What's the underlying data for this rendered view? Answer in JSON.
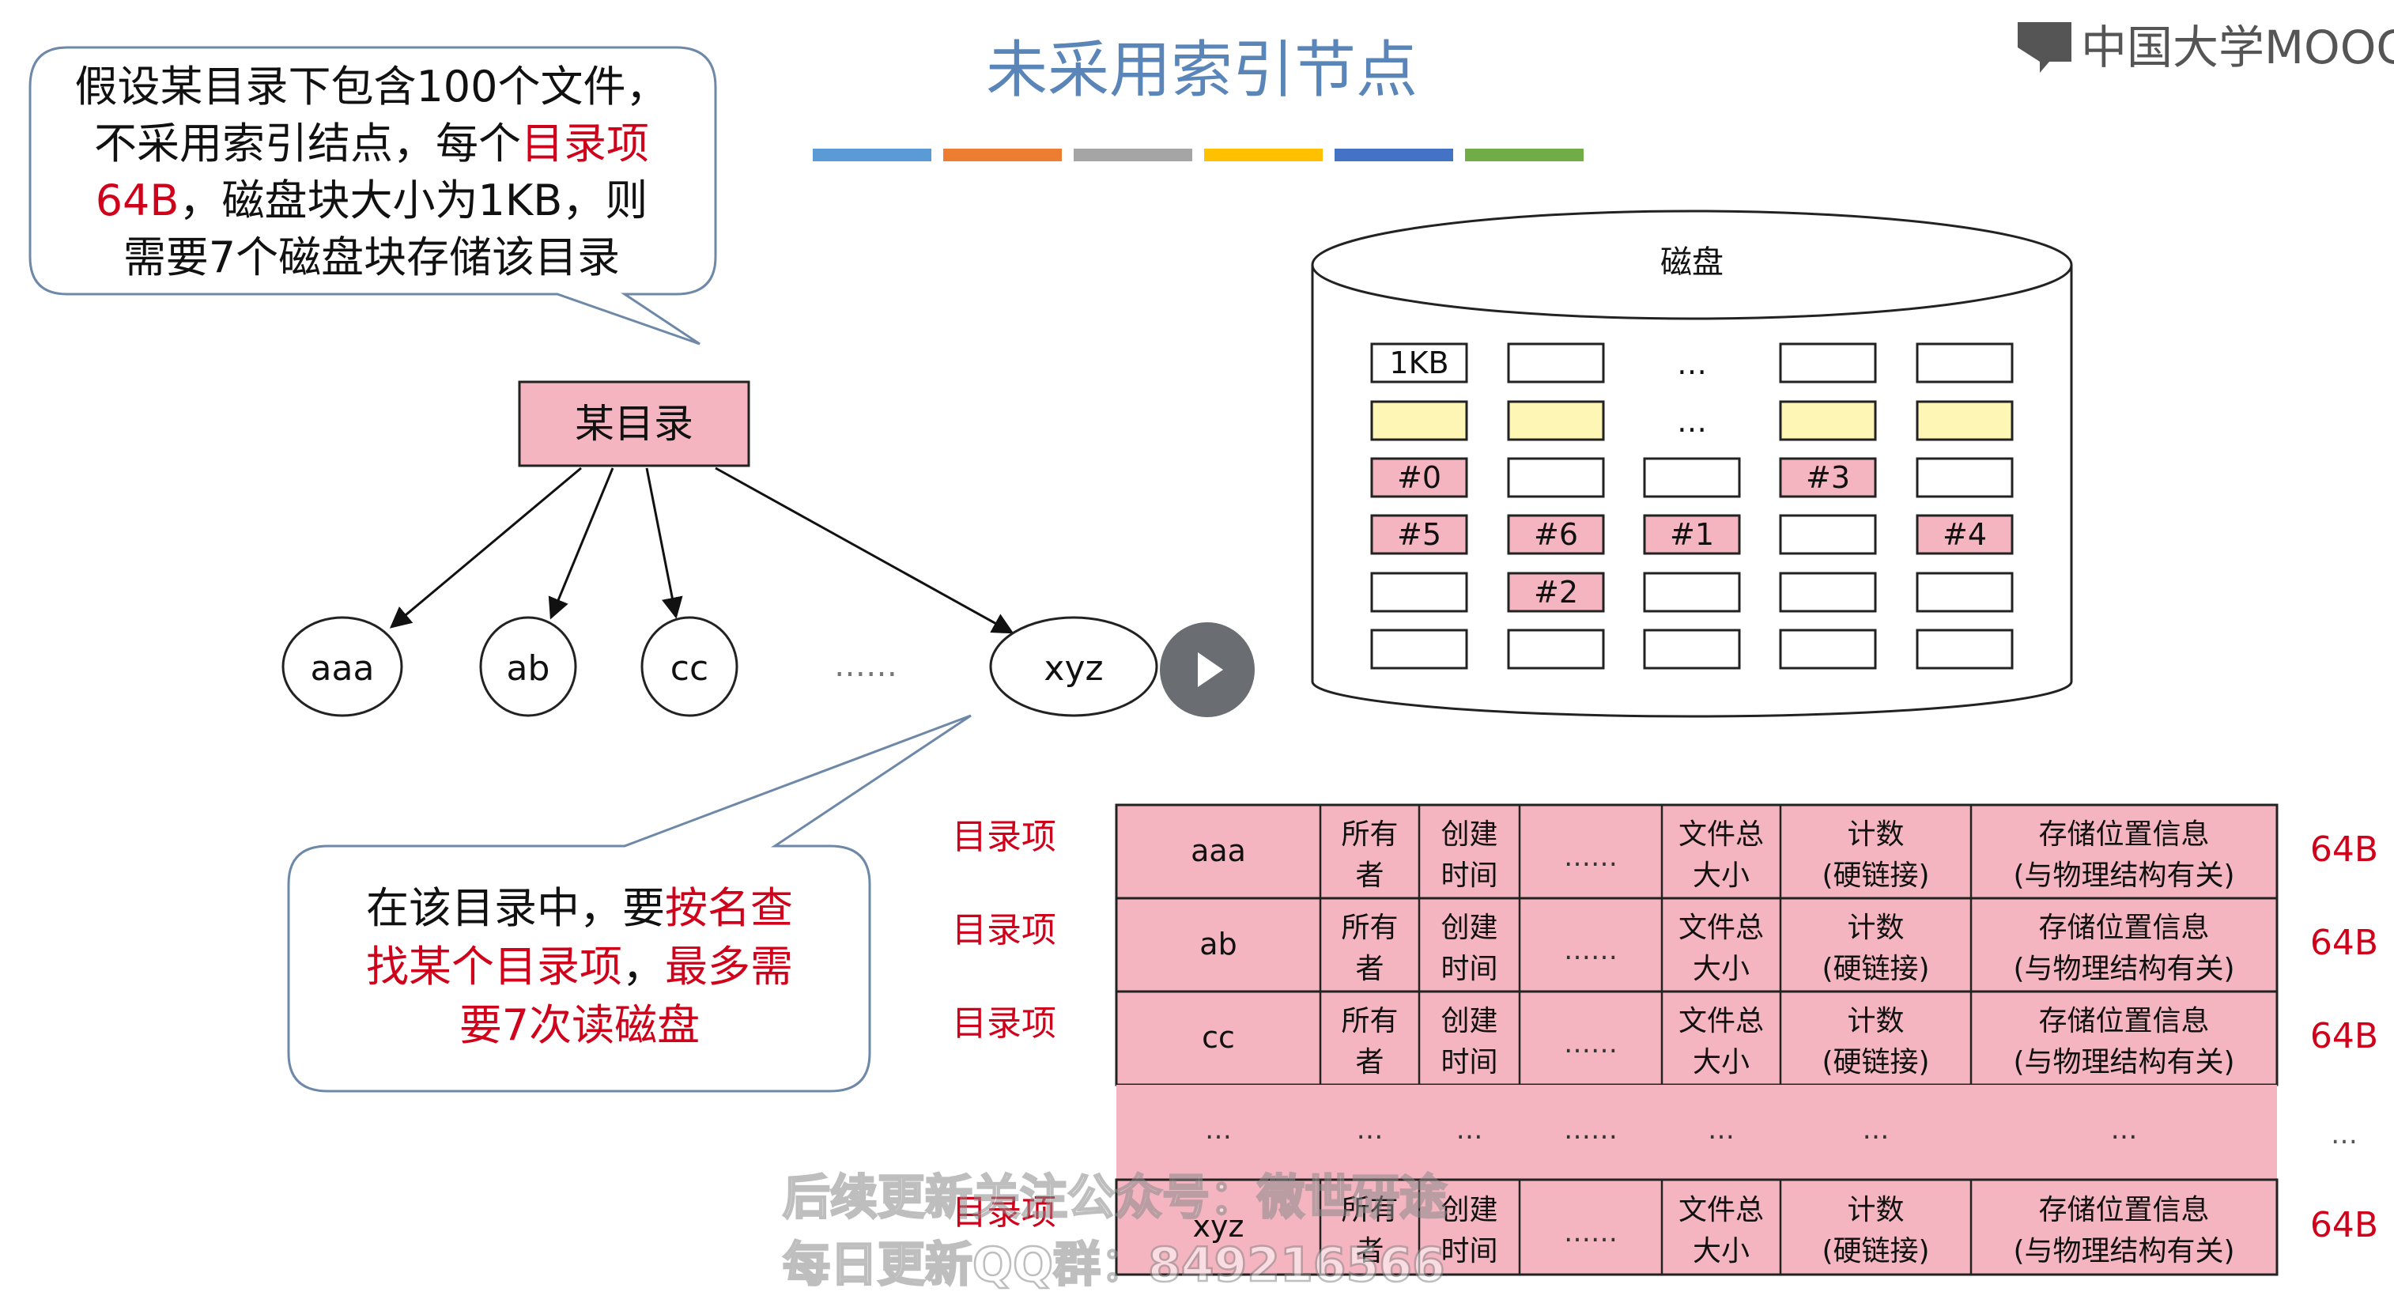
{
  "title": "未采用索引节点",
  "logo": {
    "text": "中国大学MOOC"
  },
  "bubble_top": {
    "lines": [
      [
        {
          "text": "假设某目录下包含100个文件，"
        }
      ],
      [
        {
          "text": "不采用索引结点，每个"
        },
        {
          "text": "目录项",
          "highlight": true
        }
      ],
      [
        {
          "text": "64B",
          "highlight": true
        },
        {
          "text": "，磁盘块大小为1KB，则"
        }
      ],
      [
        {
          "text": "需要7个磁盘块存储该目录"
        }
      ]
    ]
  },
  "tree": {
    "root": "某目录",
    "children": [
      "aaa",
      "ab",
      "cc",
      "xyz"
    ],
    "ellipsis": "……"
  },
  "bubble_bottom": {
    "lines": [
      [
        {
          "text": "在该目录中，要"
        },
        {
          "text": "按名查",
          "highlight": true
        }
      ],
      [
        {
          "text": "找某个目录项",
          "highlight": true
        },
        {
          "text": "，"
        },
        {
          "text": "最多需",
          "highlight": true
        }
      ],
      [
        {
          "text": "要7次读磁盘",
          "highlight": true
        }
      ]
    ]
  },
  "disk": {
    "label": "磁盘",
    "ellipsis": "…",
    "cells": [
      [
        {
          "text": "1KB"
        },
        {
          "text": ""
        },
        {
          "text": "…",
          "plain": true
        },
        {
          "text": ""
        },
        {
          "text": ""
        }
      ],
      [
        {
          "text": "",
          "fill": "yellow"
        },
        {
          "text": "",
          "fill": "yellow"
        },
        {
          "text": "…",
          "plain": true
        },
        {
          "text": "",
          "fill": "yellow"
        },
        {
          "text": "",
          "fill": "yellow"
        }
      ],
      [
        {
          "text": "#0",
          "fill": "pink"
        },
        {
          "text": ""
        },
        {
          "text": ""
        },
        {
          "text": "#3",
          "fill": "pink"
        },
        {
          "text": ""
        }
      ],
      [
        {
          "text": "#5",
          "fill": "pink"
        },
        {
          "text": "#6",
          "fill": "pink"
        },
        {
          "text": "#1",
          "fill": "pink"
        },
        {
          "text": ""
        },
        {
          "text": "#4",
          "fill": "pink"
        }
      ],
      [
        {
          "text": ""
        },
        {
          "text": "#2",
          "fill": "pink"
        },
        {
          "text": ""
        },
        {
          "text": ""
        },
        {
          "text": ""
        }
      ],
      [
        {
          "text": ""
        },
        {
          "text": ""
        },
        {
          "text": ""
        },
        {
          "text": ""
        },
        {
          "text": ""
        }
      ]
    ]
  },
  "table": {
    "row_label": "目录项",
    "size_label": "64B",
    "ellipsis_side": "…",
    "rows": [
      {
        "label": "目录项",
        "name": "aaa",
        "owner": [
          "所有",
          "者"
        ],
        "ctime": [
          "创建",
          "时间"
        ],
        "dots": "……",
        "size": [
          "文件总",
          "大小"
        ],
        "count": [
          "计数",
          "(硬链接)"
        ],
        "loc": [
          "存储位置信息",
          "(与物理结构有关)"
        ],
        "bytes": "64B"
      },
      {
        "label": "目录项",
        "name": "ab",
        "owner": [
          "所有",
          "者"
        ],
        "ctime": [
          "创建",
          "时间"
        ],
        "dots": "……",
        "size": [
          "文件总",
          "大小"
        ],
        "count": [
          "计数",
          "(硬链接)"
        ],
        "loc": [
          "存储位置信息",
          "(与物理结构有关)"
        ],
        "bytes": "64B"
      },
      {
        "label": "目录项",
        "name": "cc",
        "owner": [
          "所有",
          "者"
        ],
        "ctime": [
          "创建",
          "时间"
        ],
        "dots": "……",
        "size": [
          "文件总",
          "大小"
        ],
        "count": [
          "计数",
          "(硬链接)"
        ],
        "loc": [
          "存储位置信息",
          "(与物理结构有关)"
        ],
        "bytes": "64B"
      },
      {
        "ellipsis": true,
        "cells": [
          "…",
          "…",
          "…",
          "……",
          "…",
          "…",
          "…"
        ],
        "side": "…"
      },
      {
        "label": "目录项",
        "name": "xyz",
        "owner": [
          "所有",
          "者"
        ],
        "ctime": [
          "创建",
          "时间"
        ],
        "dots": "……",
        "size": [
          "文件总",
          "大小"
        ],
        "count": [
          "计数",
          "(硬链接)"
        ],
        "loc": [
          "存储位置信息",
          "(与物理结构有关)"
        ],
        "bytes": "64B"
      }
    ]
  },
  "watermark": {
    "line1": "后续更新关注公众号：微世研途",
    "line2": "每日更新QQ群：849216566"
  },
  "colors": {
    "highlight": "#d0021b",
    "pink": "#f4b5c0",
    "yellow": "#fdf6b4",
    "title": "#5a85b8",
    "bar": [
      "#5b9bd5",
      "#ed7d31",
      "#a5a5a5",
      "#ffc000",
      "#4472c4",
      "#70ad47"
    ]
  }
}
